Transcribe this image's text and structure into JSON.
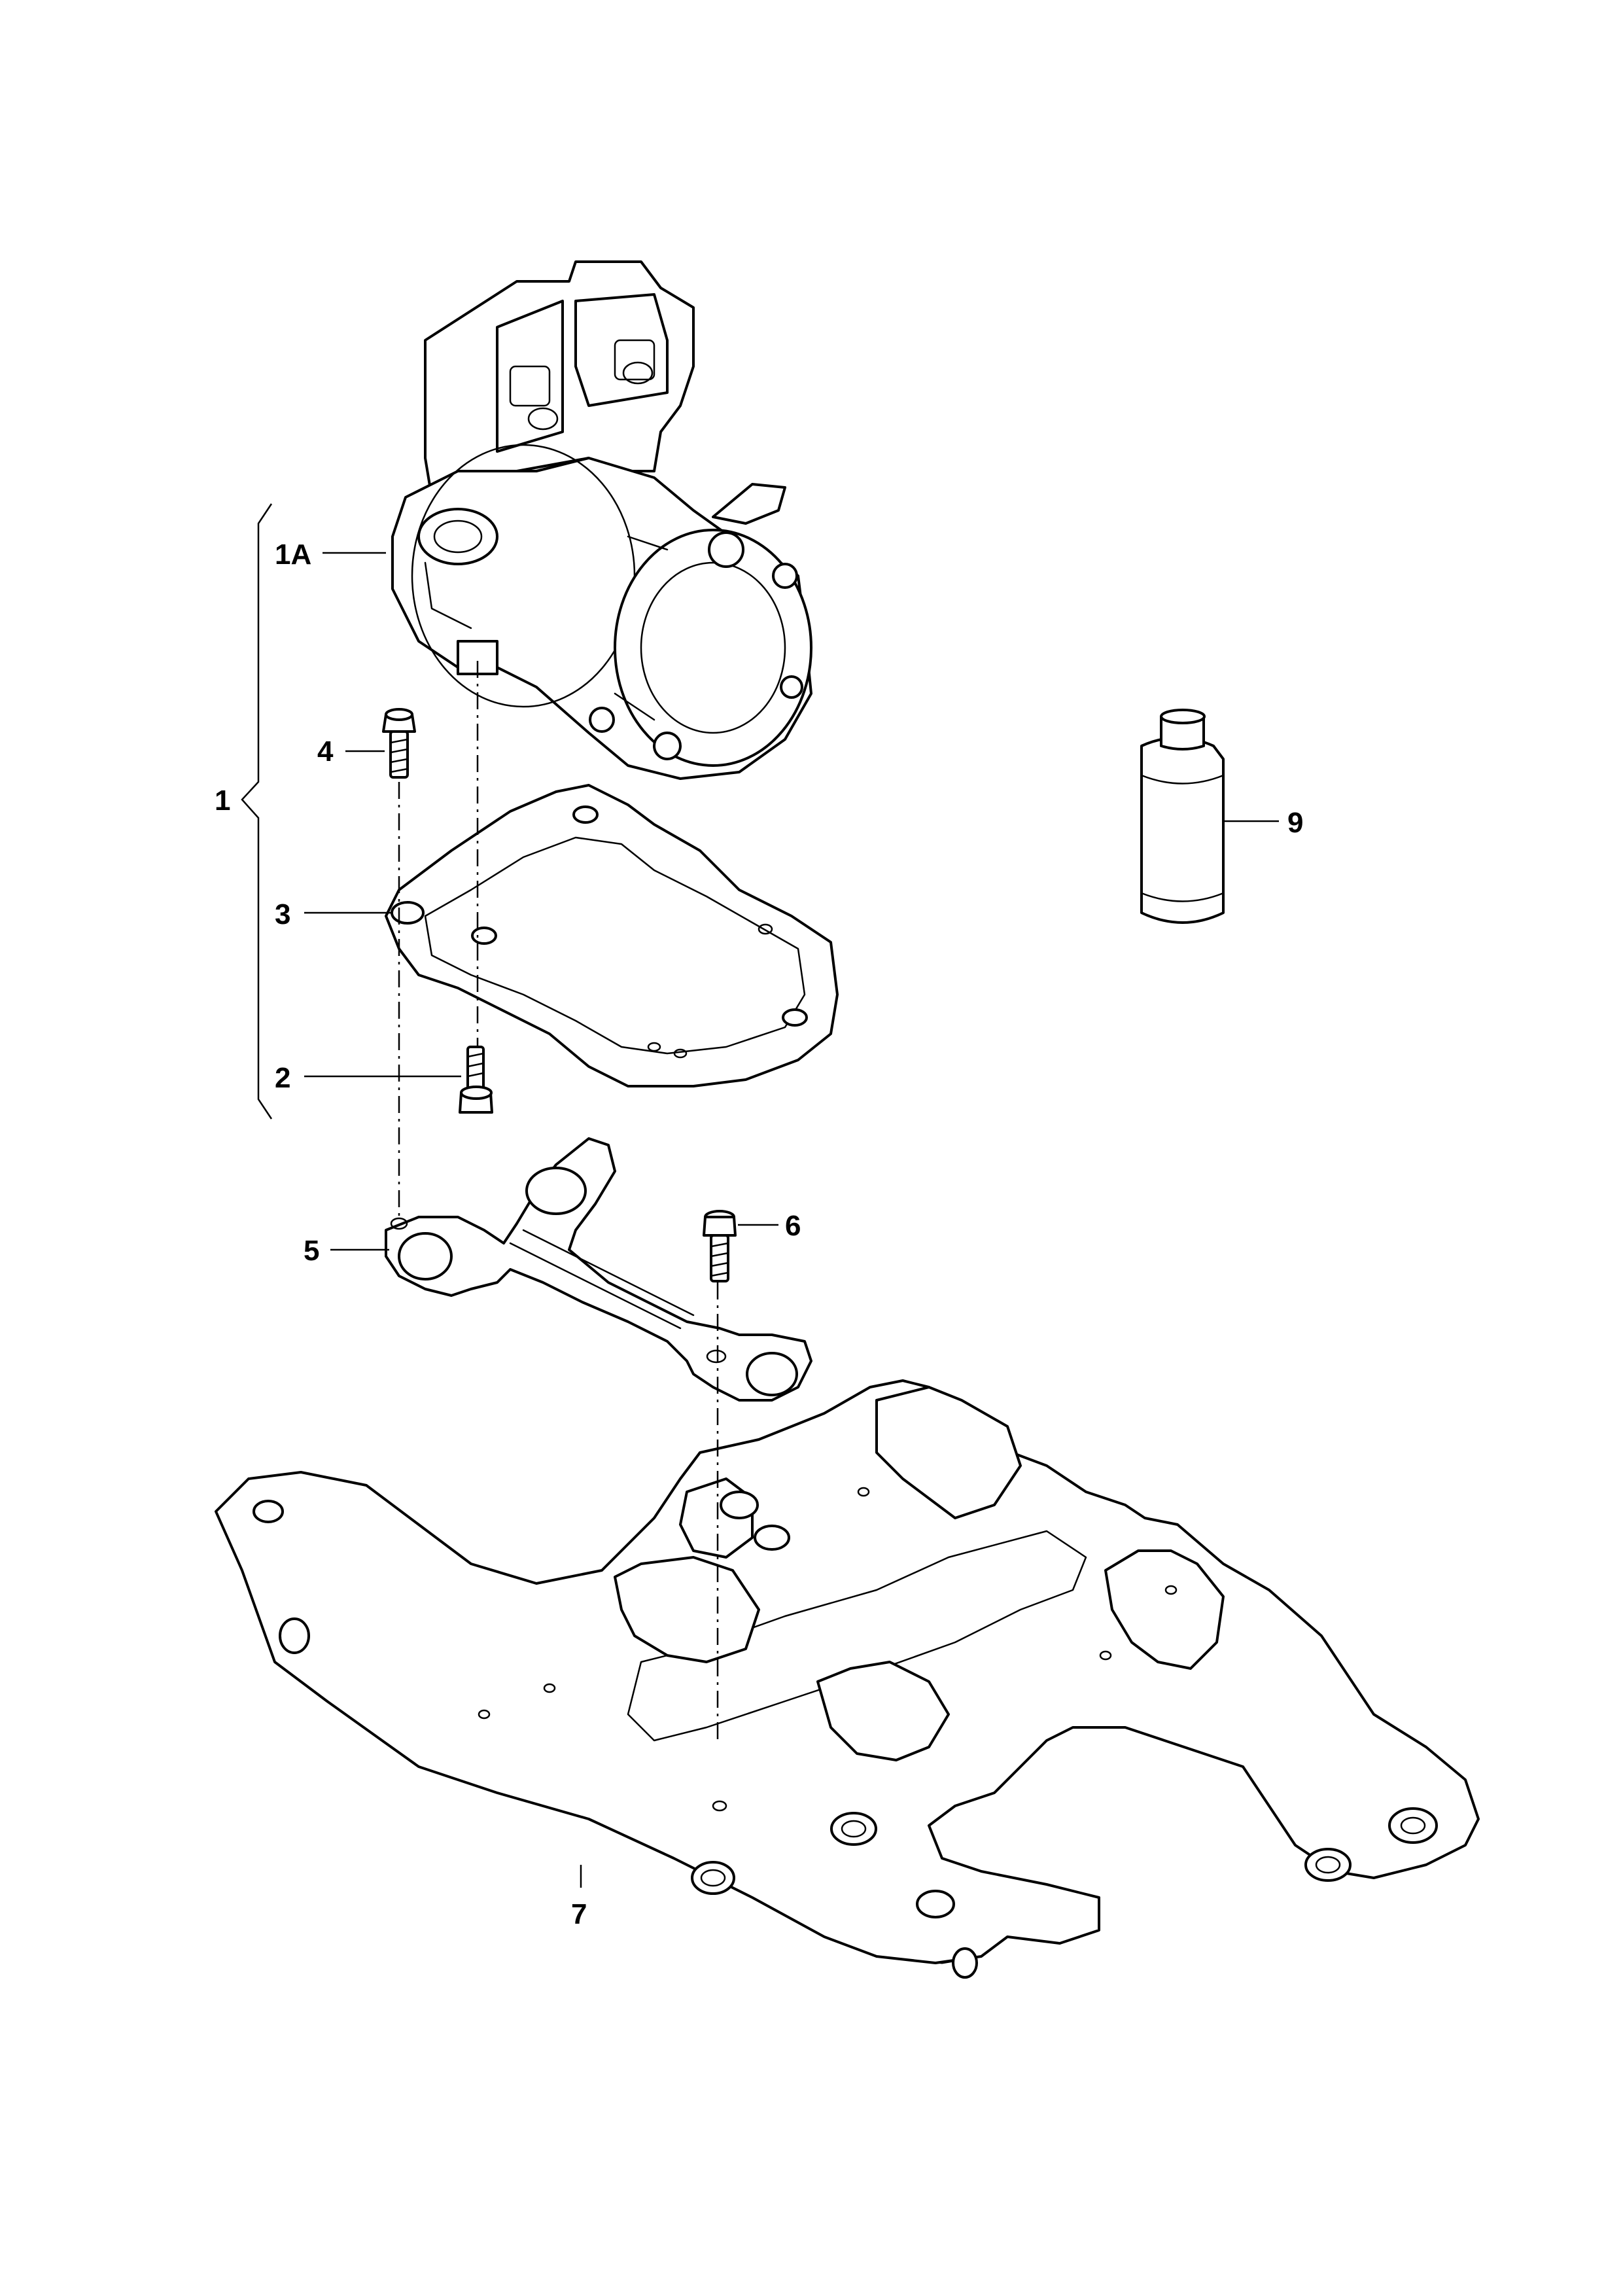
{
  "callouts": [
    {
      "id": "1",
      "label": "1"
    },
    {
      "id": "1A",
      "label": "1A"
    },
    {
      "id": "2",
      "label": "2"
    },
    {
      "id": "3",
      "label": "3"
    },
    {
      "id": "4",
      "label": "4"
    },
    {
      "id": "5",
      "label": "5"
    },
    {
      "id": "6",
      "label": "6"
    },
    {
      "id": "7",
      "label": "7"
    },
    {
      "id": "9",
      "label": "9"
    }
  ]
}
